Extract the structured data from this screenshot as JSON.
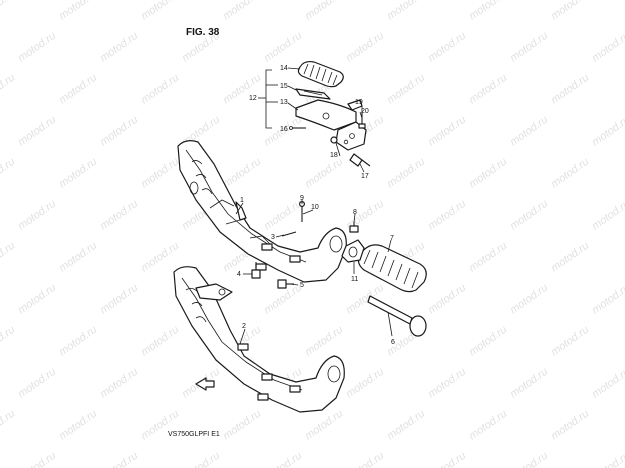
{
  "figure": {
    "title": "FIG. 38"
  },
  "footer": {
    "model_code": "VS750GLPFI  E1"
  },
  "watermark": {
    "text": "motod.ru"
  },
  "callouts": {
    "n1": "1",
    "n2": "2",
    "n3": "3",
    "n4": "4",
    "n5": "5",
    "n6": "6",
    "n7": "7",
    "n8": "8",
    "n9": "9",
    "n10": "10",
    "n11": "11",
    "n12": "12",
    "n13": "13",
    "n14": "14",
    "n15": "15",
    "n16": "16",
    "n17": "17",
    "n18": "18",
    "n19": "19",
    "n20": "20"
  },
  "icons": {
    "front_direction": "front-arrow-icon"
  }
}
